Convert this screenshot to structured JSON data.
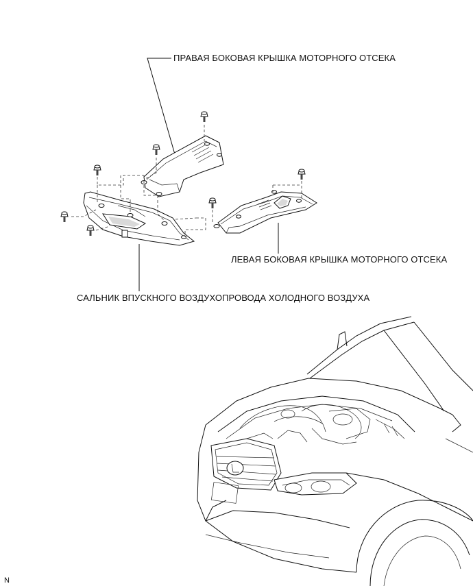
{
  "labels": {
    "right_cover": "ПРАВАЯ БОКОВАЯ КРЫШКА МОТОРНОГО ОТСЕКА",
    "left_cover": "ЛЕВАЯ БОКОВАЯ КРЫШКА МОТОРНОГО ОТСЕКА",
    "seal": "САЛЬНИК ВПУСКНОГО ВОЗДУХОПРОВОДА ХОЛОДНОГО ВОЗДУХА"
  },
  "corner_code": "N"
}
